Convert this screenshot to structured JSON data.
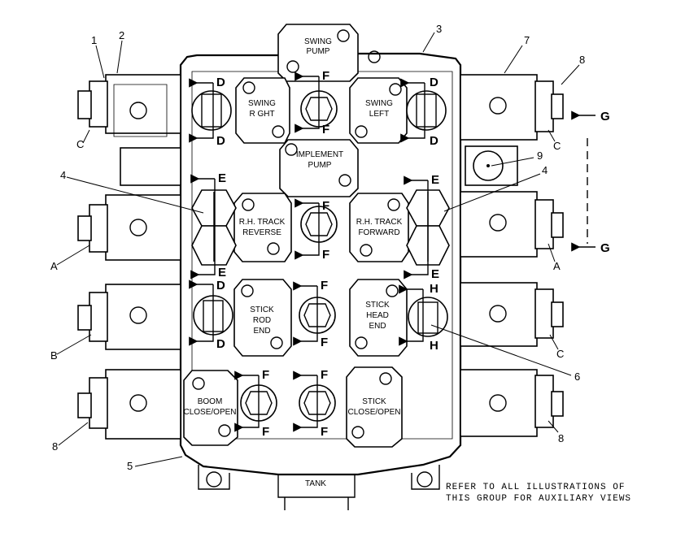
{
  "callouts": {
    "c1": "1",
    "c2": "2",
    "c3": "3",
    "c4a": "4",
    "c4b": "4",
    "c5": "5",
    "c6": "6",
    "c7": "7",
    "c8a": "8",
    "c8b": "8",
    "c8c": "8",
    "c9": "9"
  },
  "ports": {
    "A": "A",
    "B": "B",
    "C": "C",
    "D": "D",
    "E": "E",
    "F": "F",
    "G": "G",
    "H": "H"
  },
  "blocks": {
    "swing_pump": [
      "SWING",
      "PUMP"
    ],
    "swing_right": [
      "SWING",
      "R GHT"
    ],
    "swing_left": [
      "SWING",
      "LEFT"
    ],
    "implement_pump": [
      "IMPLEMENT",
      "PUMP"
    ],
    "rh_track_reverse": [
      "R.H. TRACK",
      "REVERSE"
    ],
    "rh_track_forward": [
      "R.H. TRACK",
      "FORWARD"
    ],
    "stick_rod_end": [
      "STICK",
      "ROD",
      "END"
    ],
    "stick_head_end": [
      "STICK",
      "HEAD",
      "END"
    ],
    "boom_close_open": [
      "BOOM",
      "CLOSE/OPEN"
    ],
    "stick_close_open": [
      "STICK",
      "CLOSE/OPEN"
    ],
    "tank": "TANK"
  },
  "note": [
    "REFER TO ALL ILLUSTRATIONS OF",
    "THIS GROUP FOR AUXILIARY VIEWS"
  ]
}
